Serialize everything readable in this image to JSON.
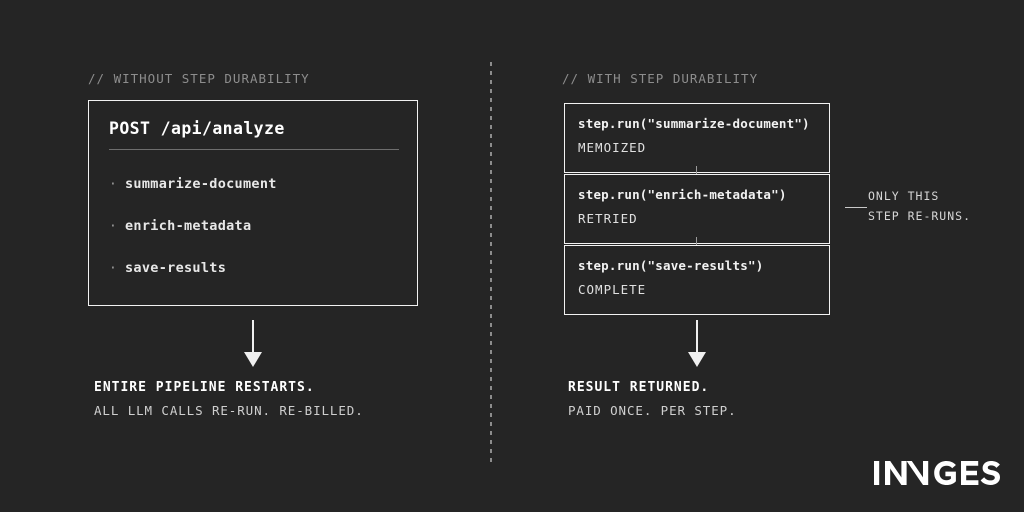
{
  "theme": {
    "background": "#252525",
    "stroke": "#f2f2f2",
    "text_primary": "#ffffff",
    "text_muted": "#8d8d8d",
    "divider": "#6e6e6e"
  },
  "left_panel": {
    "comment": "// WITHOUT STEP DURABILITY",
    "box": {
      "title": "POST /api/analyze",
      "items": [
        {
          "bullet": "·",
          "label": "summarize-document"
        },
        {
          "bullet": "·",
          "label": "enrich-metadata"
        },
        {
          "bullet": "·",
          "label": "save-results"
        }
      ]
    },
    "caption": {
      "headline": "ENTIRE PIPELINE RESTARTS.",
      "subline": "ALL LLM CALLS RE-RUN. RE-BILLED."
    }
  },
  "right_panel": {
    "comment": "// WITH STEP DURABILITY",
    "steps": [
      {
        "call": "step.run(\"summarize-document\")",
        "status": "MEMOIZED"
      },
      {
        "call": "step.run(\"enrich-metadata\")",
        "status": "RETRIED"
      },
      {
        "call": "step.run(\"save-results\")",
        "status": "COMPLETE"
      }
    ],
    "callout": {
      "line1": "ONLY THIS",
      "line2": "STEP RE-RUNS."
    },
    "caption": {
      "headline": "RESULT RETURNED.",
      "subline": "PAID ONCE. PER STEP."
    }
  },
  "brand": {
    "name": "INNGEST"
  }
}
